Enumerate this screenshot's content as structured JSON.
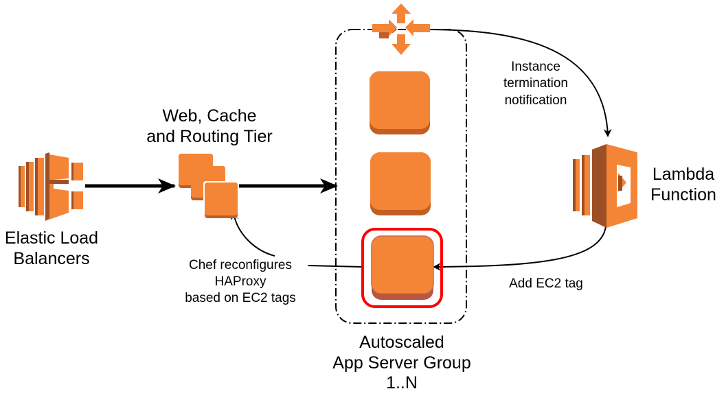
{
  "nodes": {
    "elb": {
      "label_line1": "Elastic Load",
      "label_line2": "Balancers",
      "icon": "elastic-load-balancer-icon"
    },
    "web_tier": {
      "label_line1": "Web, Cache",
      "label_line2": "and Routing Tier",
      "icon": "ec2-instances-stack-icon"
    },
    "app_group": {
      "label_line1": "Autoscaled",
      "label_line2": "App Server Group",
      "label_line3": "1..N",
      "icon": "auto-scaling-icon",
      "instance_count_shown": 3
    },
    "lambda": {
      "label_line1": "Lambda",
      "label_line2": "Function",
      "icon": "lambda-icon"
    }
  },
  "edges": {
    "termination": {
      "line1": "Instance",
      "line2": "termination",
      "line3": "notification"
    },
    "add_tag": {
      "line1": "Add EC2 tag"
    },
    "chef": {
      "line1": "Chef reconfigures",
      "line2": "HAProxy",
      "line3": "based on EC2 tags"
    }
  },
  "colors": {
    "orange": "#f58536",
    "orange_dark": "#9d5025",
    "orange_mid": "#c25e23",
    "highlight": "#ff0000",
    "line": "#000000"
  }
}
